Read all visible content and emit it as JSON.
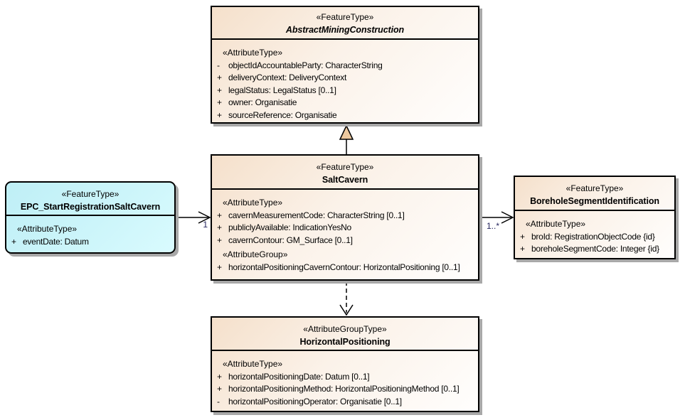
{
  "colors": {
    "canvas_background": "#FFFFFF",
    "box_fill_gradient_start": "#F5E0CB",
    "box_fill_gradient_end": "#FFFEFD",
    "epc_box_fill": "#C9F4F9",
    "box_border": "#000000",
    "box_shadow": "#A8A8A8",
    "generalization_triangle_fill": "#EDC99F",
    "multiplicity_label_color": "#26265E"
  },
  "boxes": {
    "abstract_mining_construction": {
      "stereotype": "«FeatureType»",
      "name": "AbstractMiningConstruction",
      "attr_stereotype": "«AttributeType»",
      "attributes": [
        {
          "vis": "-",
          "text": "objectIdAccountableParty: CharacterString"
        },
        {
          "vis": "+",
          "text": "deliveryContext: DeliveryContext"
        },
        {
          "vis": "+",
          "text": "legalStatus: LegalStatus [0..1]"
        },
        {
          "vis": "+",
          "text": "owner: Organisatie"
        },
        {
          "vis": "+",
          "text": "sourceReference: Organisatie"
        }
      ]
    },
    "salt_cavern": {
      "stereotype": "«FeatureType»",
      "name": "SaltCavern",
      "attr_stereotype": "«AttributeType»",
      "attributes": [
        {
          "vis": "+",
          "text": "cavernMeasurementCode: CharacterString [0..1]"
        },
        {
          "vis": "+",
          "text": "publiclyAvailable: IndicationYesNo"
        },
        {
          "vis": "+",
          "text": "cavernContour: GM_Surface [0..1]"
        }
      ],
      "group_stereotype": "«AttributeGroup»",
      "group_attributes": [
        {
          "vis": "+",
          "text": "horizontalPositioningCavernContour: HorizontalPositioning [0..1]"
        }
      ]
    },
    "epc_start_registration_salt_cavern": {
      "stereotype": "«FeatureType»",
      "name": "EPC_StartRegistrationSaltCavern",
      "attr_stereotype": "«AttributeType»",
      "attributes": [
        {
          "vis": "+",
          "text": "eventDate: Datum"
        }
      ]
    },
    "borehole_segment_identification": {
      "stereotype": "«FeatureType»",
      "name": "BoreholeSegmentIdentification",
      "attr_stereotype": "«AttributeType»",
      "attributes": [
        {
          "vis": "+",
          "text": "broId: RegistrationObjectCode {id}"
        },
        {
          "vis": "+",
          "text": "boreholeSegmentCode: Integer {id}"
        }
      ]
    },
    "horizontal_positioning": {
      "stereotype": "«AttributeGroupType»",
      "name": "HorizontalPositioning",
      "attr_stereotype": "«AttributeType»",
      "attributes": [
        {
          "vis": "+",
          "text": "horizontalPositioningDate: Datum [0..1]"
        },
        {
          "vis": "+",
          "text": "horizontalPositioningMethod: HorizontalPositioningMethod [0..1]"
        },
        {
          "vis": "-",
          "text": "horizontalPositioningOperator: Organisatie [0..1]"
        }
      ]
    }
  },
  "connectors": {
    "assoc_left_multiplicity": "1",
    "assoc_right_multiplicity": "1..*"
  }
}
